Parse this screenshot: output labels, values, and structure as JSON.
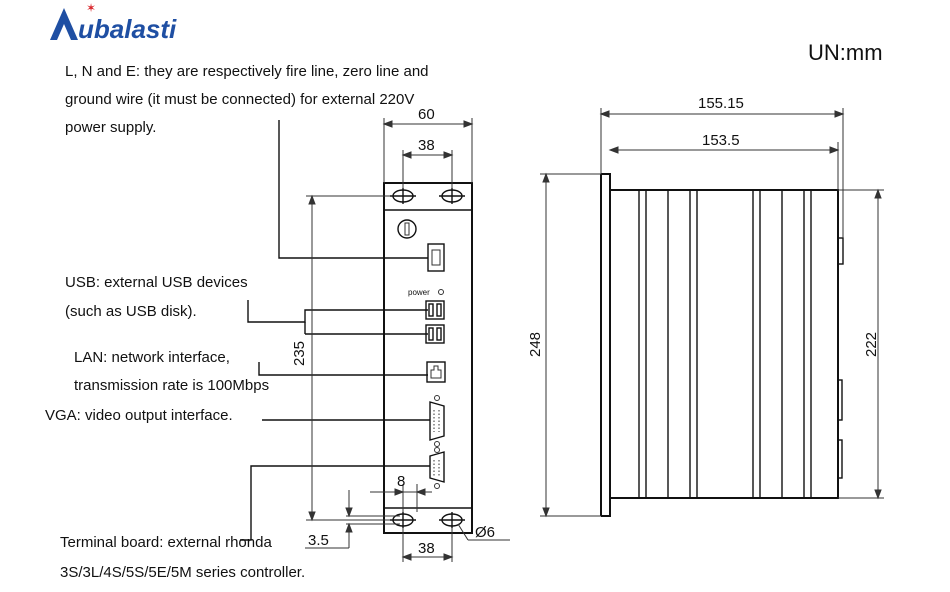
{
  "brand": {
    "name": "ubalasti",
    "initial": "A",
    "color": "#1f4fa3",
    "accent": "#d9262c"
  },
  "unit_label": "UN:mm",
  "notes": {
    "power": [
      "L, N and E: they are respectively fire line, zero line and",
      "ground wire (it must be connected) for external 220V",
      "power supply."
    ],
    "usb": [
      "USB: external USB devices",
      "(such as USB disk)."
    ],
    "lan": [
      "LAN: network interface,",
      "transmission rate is 100Mbps"
    ],
    "vga": "VGA: video output interface.",
    "terminal": [
      "Terminal board: external rhonda",
      "3S/3L/4S/5S/5E/5M series controller."
    ]
  },
  "front_labels": {
    "power_led": "power"
  },
  "dimensions": {
    "front_width": "60",
    "top_hole_spacing": "38",
    "front_height": "235",
    "bottom_hole_offset": "8",
    "bottom_hole_spacing": "38",
    "bottom_margin": "3.5",
    "hole_diameter": "Ø6",
    "side_total_width": "155.15",
    "side_body_width": "153.5",
    "side_total_height": "248",
    "side_body_height": "222"
  }
}
